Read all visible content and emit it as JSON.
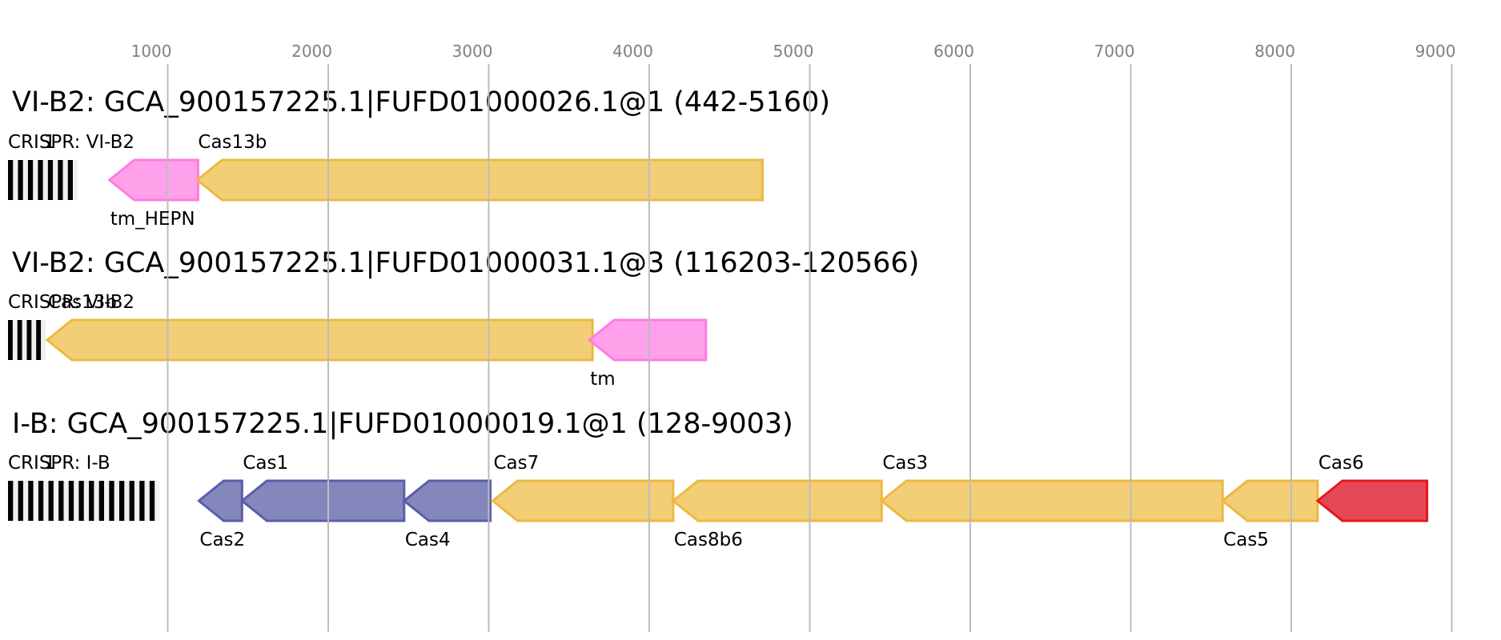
{
  "axis": {
    "ticks": [
      1000,
      2000,
      3000,
      4000,
      5000,
      6000,
      7000,
      8000,
      9000
    ],
    "tick_labels": [
      "1000",
      "2000",
      "3000",
      "4000",
      "5000",
      "6000",
      "7000",
      "8000",
      "9000"
    ],
    "range_bp": [
      -45,
      9280
    ]
  },
  "colors": {
    "tick_text": "#808080",
    "gridline": "#bdbdbd",
    "crispr_bar": "#000000",
    "crispr_gap": "#f0f0f0",
    "gene_fill": {
      "yellow": "#f0c65e",
      "pink": "#ff8fe6",
      "blue": "#6e72b0",
      "red": "#e3283a"
    },
    "gene_stroke": {
      "yellow": "#edb842",
      "pink": "#ff7be0",
      "blue": "#5a5ea8",
      "red": "#e31a1c"
    }
  },
  "loci": [
    {
      "title": "VI-B2: GCA_900157225.1|FUFD01000026.1@1 (442-5160)",
      "crispr": {
        "label": "CRISPR: VI-B2",
        "overlay_label": "1",
        "start": 5,
        "end": 440,
        "repeats": 7
      },
      "genes": [
        {
          "name": "tm_HEPN",
          "start": 637,
          "end": 1189,
          "strand": "-",
          "color": "pink",
          "label_pos": "below"
        },
        {
          "name": "Cas13b",
          "start": 1184,
          "end": 4706,
          "strand": "-",
          "color": "yellow",
          "label_pos": "above"
        }
      ]
    },
    {
      "title": "VI-B2: GCA_900157225.1|FUFD01000031.1@3 (116203-120566)",
      "crispr": {
        "label": "CRISPR: VI-B2",
        "overlay_label": "",
        "start": 5,
        "end": 239,
        "repeats": 4
      },
      "genes": [
        {
          "name": "Cas13b",
          "start": 249,
          "end": 3647,
          "strand": "-",
          "color": "yellow",
          "label_pos": "above"
        },
        {
          "name": "tm",
          "start": 3627,
          "end": 4353,
          "strand": "-",
          "color": "pink",
          "label_pos": "below"
        }
      ]
    },
    {
      "title": "I-B: GCA_900157225.1|FUFD01000019.1@1 (128-9003)",
      "crispr": {
        "label": "CRISPR: I-B",
        "overlay_label": "1",
        "start": 5,
        "end": 950,
        "repeats": 15
      },
      "genes": [
        {
          "name": "Cas2",
          "start": 1194,
          "end": 1463,
          "strand": "-",
          "color": "blue",
          "label_pos": "below"
        },
        {
          "name": "Cas1",
          "start": 1463,
          "end": 2473,
          "strand": "-",
          "color": "blue",
          "label_pos": "above"
        },
        {
          "name": "Cas4",
          "start": 2473,
          "end": 3010,
          "strand": "-",
          "color": "blue",
          "label_pos": "below"
        },
        {
          "name": "Cas7",
          "start": 3025,
          "end": 4149,
          "strand": "-",
          "color": "yellow",
          "label_pos": "above"
        },
        {
          "name": "Cas8b6",
          "start": 4149,
          "end": 5448,
          "strand": "-",
          "color": "yellow",
          "label_pos": "below"
        },
        {
          "name": "Cas3",
          "start": 5448,
          "end": 7572,
          "strand": "-",
          "color": "yellow",
          "label_pos": "above"
        },
        {
          "name": "Cas5",
          "start": 7572,
          "end": 8164,
          "strand": "-",
          "color": "yellow",
          "label_pos": "below"
        },
        {
          "name": "Cas6",
          "start": 8164,
          "end": 8846,
          "strand": "-",
          "color": "red",
          "label_pos": "above"
        }
      ]
    }
  ]
}
